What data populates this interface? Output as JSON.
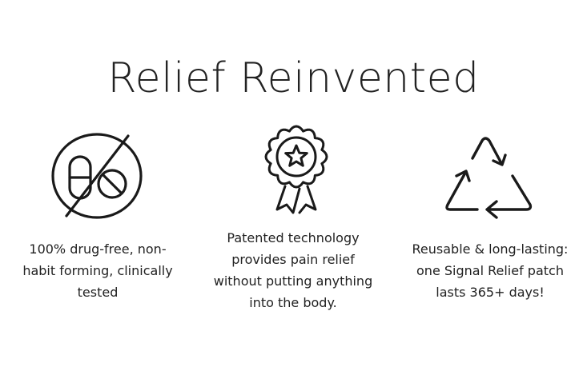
{
  "heading": "Relief Reinvented",
  "features": [
    {
      "icon": "no-drugs-icon",
      "text": "100% drug-free, non-habit forming, clinically tested"
    },
    {
      "icon": "award-badge-icon",
      "text": "Patented technology provides pain relief without putting anything into the body."
    },
    {
      "icon": "recycle-icon",
      "text": "Reusable & long-lasting: one Signal Relief patch lasts 365+ days!"
    }
  ]
}
